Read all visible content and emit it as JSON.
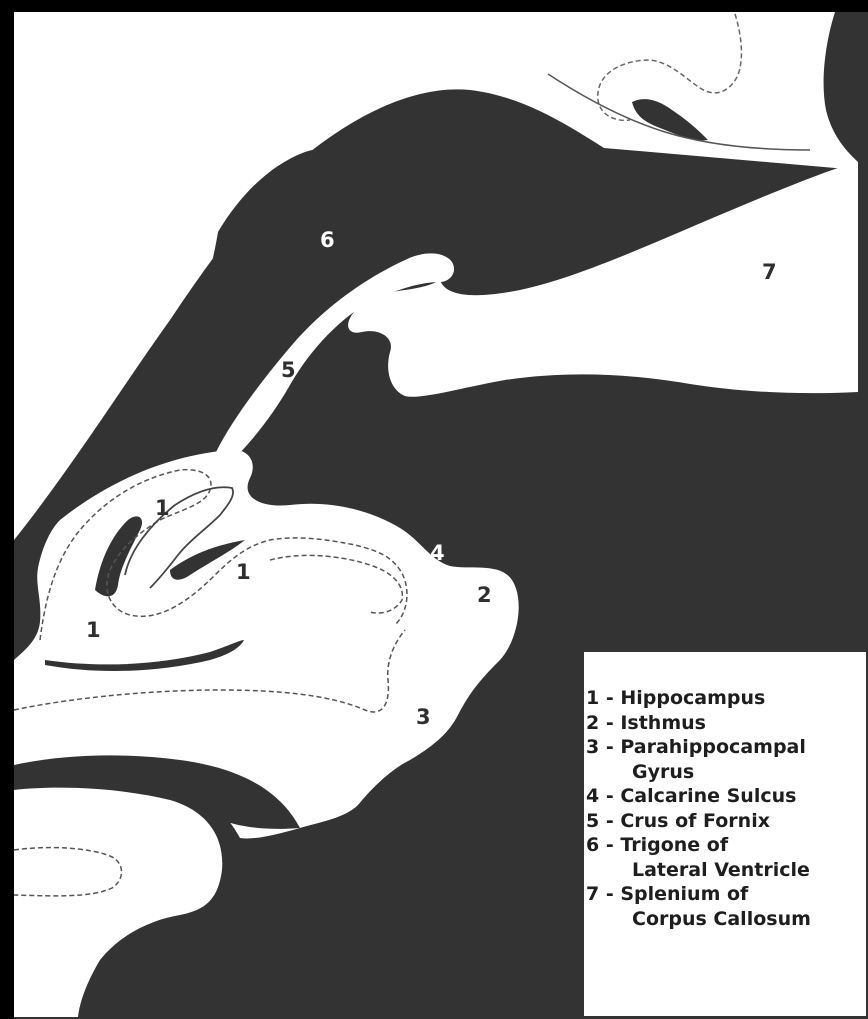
{
  "colors": {
    "tissue": "#ffffff",
    "dark_space": "#333333",
    "frame": "#000000",
    "outline": "#666666"
  },
  "labels": {
    "hippocampus_a": "1",
    "hippocampus_b": "1",
    "hippocampus_c": "1",
    "isthmus": "2",
    "parahippocampal": "3",
    "calcarine": "4",
    "crus_fornix": "5",
    "trigone": "6",
    "splenium": "7"
  },
  "legend": {
    "items": [
      {
        "line1": "1 - Hippocampus"
      },
      {
        "line1": "2 - Isthmus"
      },
      {
        "line1": "3 - Parahippocampal",
        "line2": "Gyrus"
      },
      {
        "line1": "4 - Calcarine Sulcus"
      },
      {
        "line1": "5 - Crus of Fornix"
      },
      {
        "line1": "6 - Trigone of",
        "line2": "Lateral Ventricle"
      },
      {
        "line1": "7 - Splenium of",
        "line2": "Corpus Callosum"
      }
    ]
  }
}
